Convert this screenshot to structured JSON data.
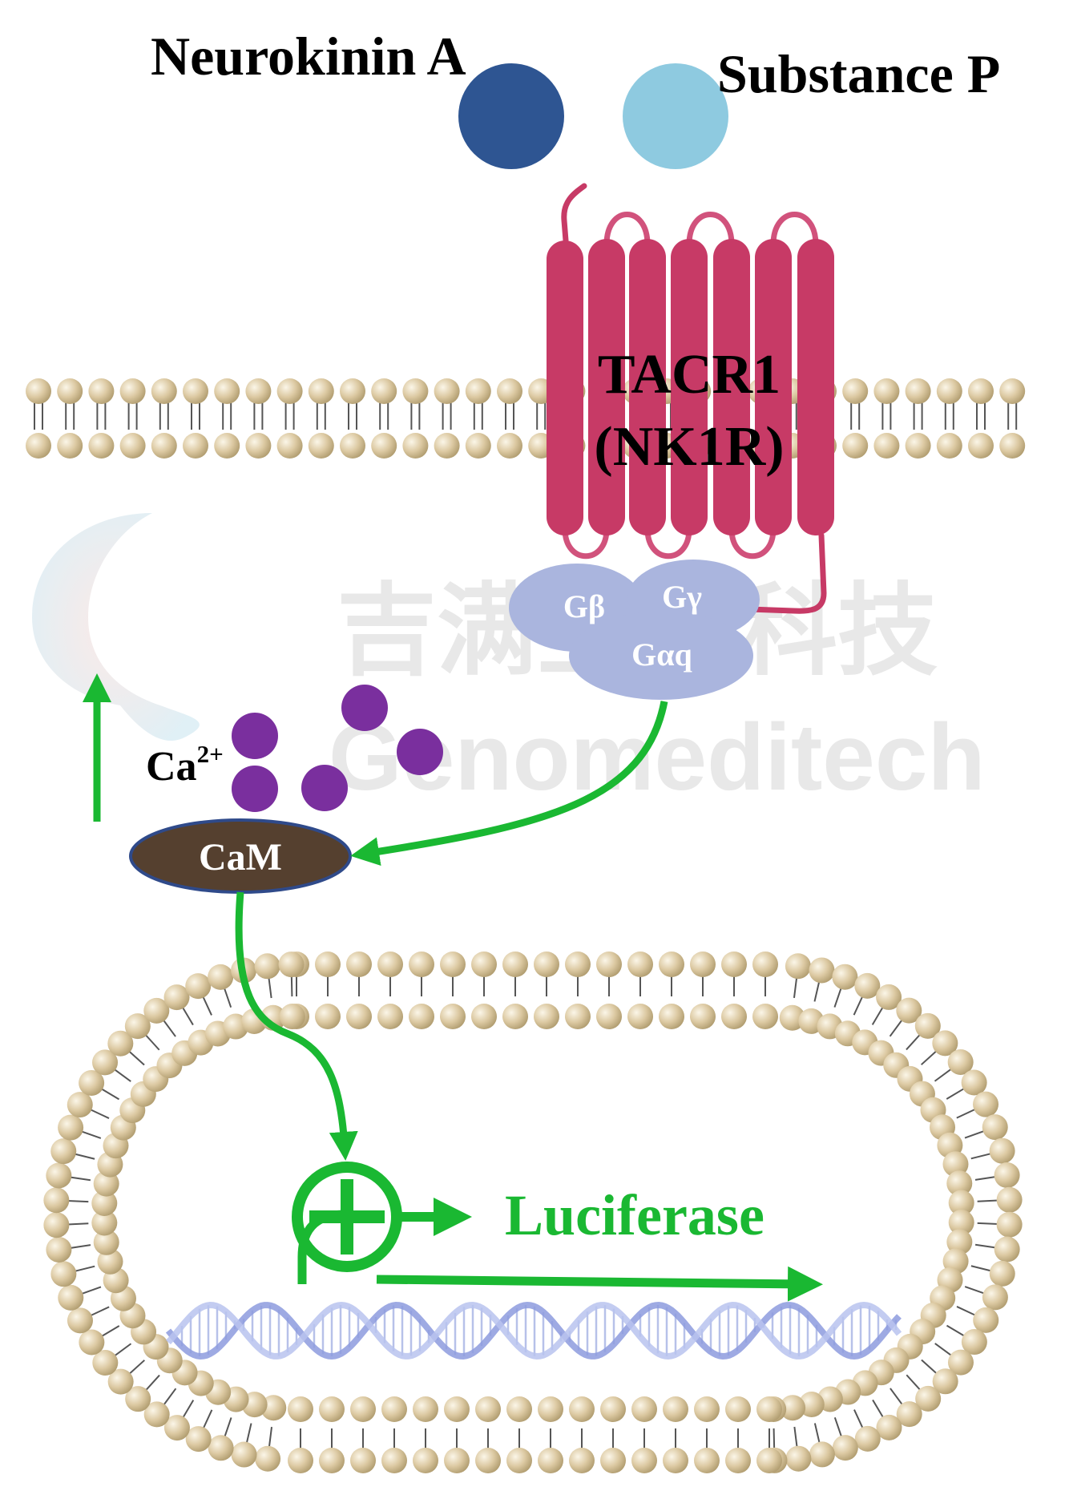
{
  "ligands": {
    "neurokinin_a": {
      "label": "Neurokinin A",
      "color": "#2e5592"
    },
    "substance_p": {
      "label": "Substance P",
      "color": "#8ecae0"
    }
  },
  "receptor": {
    "name_line1": "TACR1",
    "name_line2": "(NK1R)",
    "color": "#c73a66",
    "loop_color": "#d1527c"
  },
  "g_protein": {
    "beta": "Gβ",
    "gamma": "Gγ",
    "alpha_q": "Gαq",
    "color": "#aab5de"
  },
  "calcium": {
    "label": "Ca",
    "superscript": "2+",
    "color": "#7a2f9e"
  },
  "calmodulin": {
    "label": "CaM",
    "color": "#55402f"
  },
  "reporter": {
    "label": "Luciferase",
    "color": "#1ab832"
  },
  "membrane": {
    "head_color": "#cdbd95"
  },
  "watermark": {
    "chinese_text": "吉满生物科技",
    "latin_text": "Genomeditech",
    "color": "#e6e6e6"
  }
}
